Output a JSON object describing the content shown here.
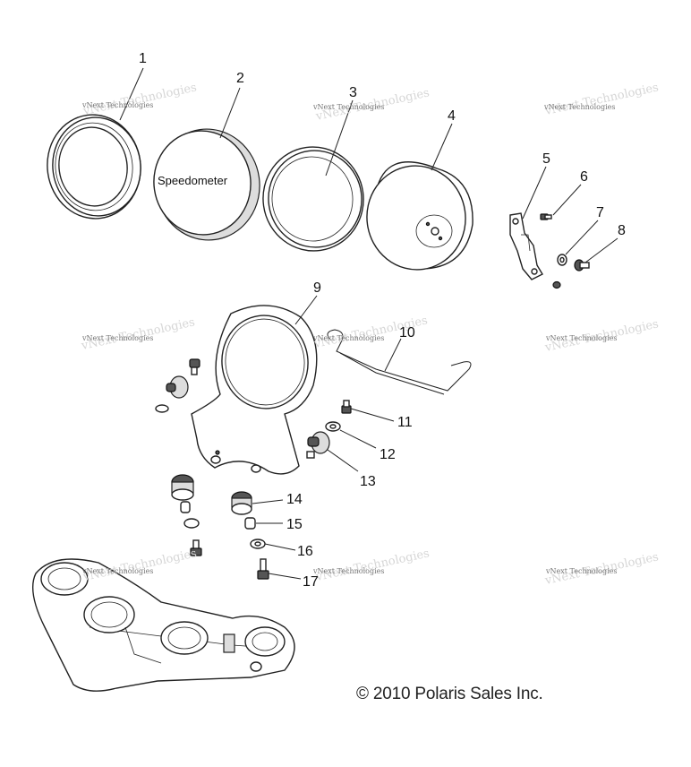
{
  "callouts": [
    "1",
    "2",
    "3",
    "4",
    "5",
    "6",
    "7",
    "8",
    "9",
    "10",
    "11",
    "12",
    "13",
    "14",
    "15",
    "16",
    "17"
  ],
  "gauge_face_label": "Speedometer",
  "watermark": "vNext Technologies",
  "copyright": "© 2010 Polaris Sales Inc."
}
